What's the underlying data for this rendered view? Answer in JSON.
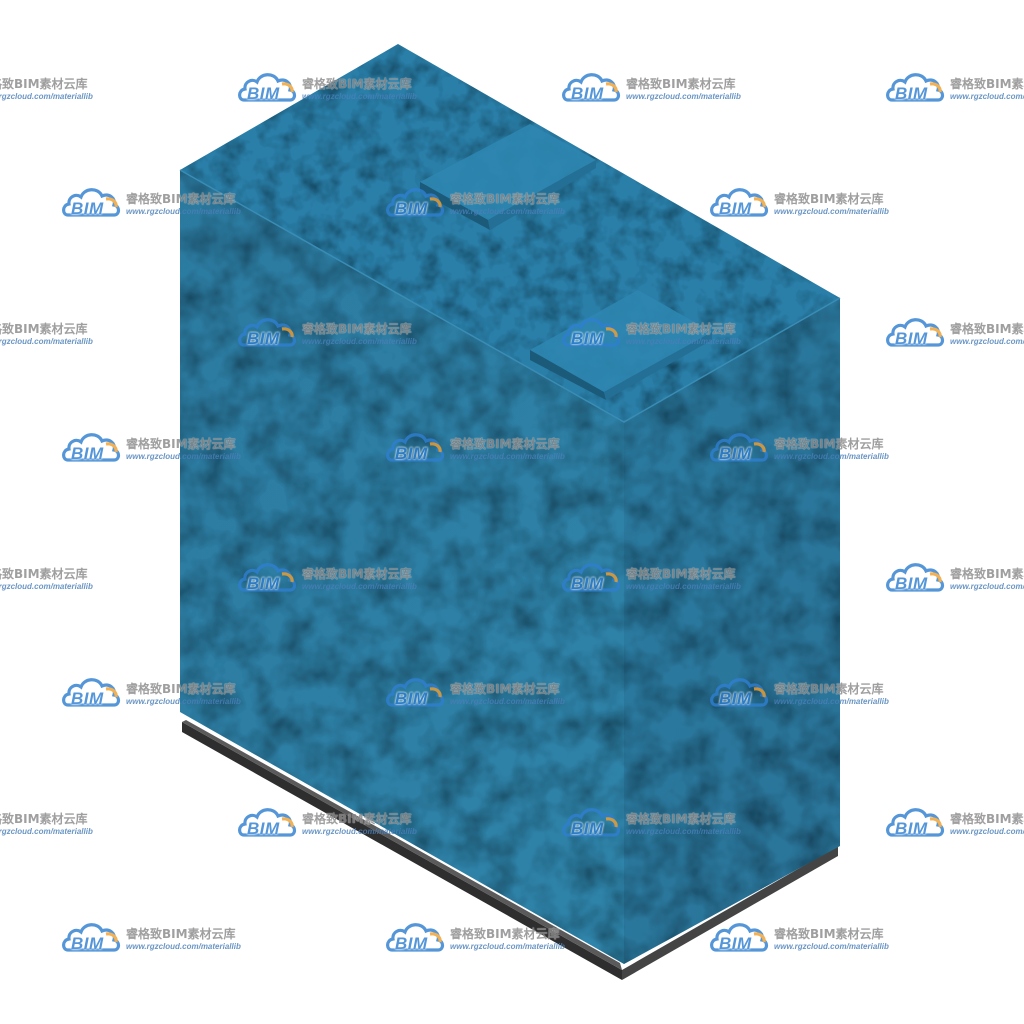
{
  "model": {
    "name": "blue box model",
    "colors": {
      "top": "#2b7ea6",
      "front": "#2f7ea3",
      "side": "#2a6f93",
      "plinth": "#3a3a3a"
    }
  },
  "watermark": {
    "logo_text": "BIM",
    "brand_text": "睿格致BIM素材云库",
    "url_text": "www.rgzcloud.com/materiallib",
    "colors": {
      "logo_blue": "#2f7fd0",
      "logo_orange": "#f0a030",
      "brand_gray": "#8a8a8a"
    }
  }
}
